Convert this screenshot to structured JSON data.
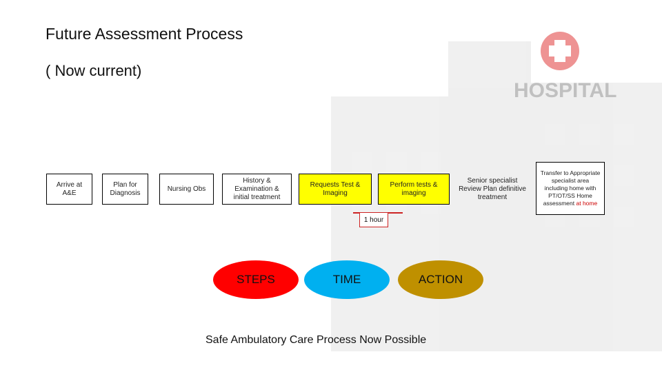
{
  "title": "Future Assessment Process",
  "subtitle": "( Now current)",
  "backdrop": {
    "sign_text": "HOSPITAL",
    "accent": "#e34b4b"
  },
  "steps": [
    {
      "label": "Arrive at A&E"
    },
    {
      "label": "Plan for Diagnosis"
    },
    {
      "label": "Nursing Obs"
    },
    {
      "label": "History & Examination & initial treatment"
    },
    {
      "label": "Requests Test & Imaging"
    },
    {
      "label": "Perform tests & imaging"
    },
    {
      "label": "Senior specialist Review Plan definitive treatment"
    },
    {
      "label_main": "Transfer to Appropriate specialist area including home with PT/OT/SS Home assessment",
      "label_highlight": "at home"
    }
  ],
  "time_marker": {
    "label": "1 hour",
    "color": "#cc2222"
  },
  "legend": [
    {
      "label": "STEPS",
      "color": "#ff0000"
    },
    {
      "label": "TIME",
      "color": "#00b0f0"
    },
    {
      "label": "ACTION",
      "color": "#bf9000"
    }
  ],
  "footer": "Safe Ambulatory Care Process Now Possible",
  "colors": {
    "highlight_box": "#ffff00",
    "highlight_text": "#cc0000"
  }
}
